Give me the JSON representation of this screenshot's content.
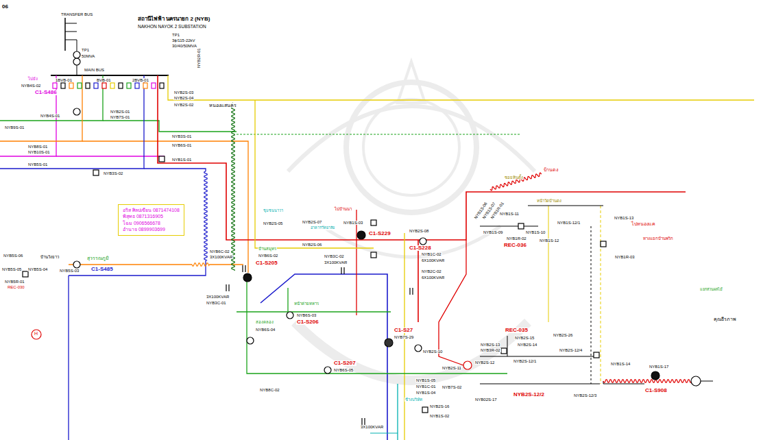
{
  "diagram": {
    "nodes": [
      {
        "text": [
          "อริส ศิลปเขียน 0871474108",
          "พิสุทธ 0871316905",
          "โฉม 0906566678",
          "อำนาจ 0899903699"
        ]
      }
    ],
    "labels": [
      "06",
      "TRANSFER BUS",
      "สถานีไฟฟ้า นครนายก 2 (NYB)",
      "NAKHON NAYOK 2 SUBSTATION",
      "TP1",
      "3ϕ/115-22kV",
      "30/40/50MVA",
      "TP1",
      "50MVA",
      "MAIN BUS",
      "1BVB-01",
      "BVB-01",
      "2BVB-01",
      "ไปยัง",
      "NYB2S-03",
      "NYB2S-04",
      "NYB2S-02",
      "NYB2R-01",
      "หนองแสนคร",
      "NYB4S-02",
      "C1-S486",
      "NYB4S-01",
      "NYB9S-01",
      "NYB2S-01",
      "NYB7S-01",
      "NYB3S-01",
      "NYB8S-01",
      "NYB10S-01",
      "NYB6S-01",
      "NYB1S-01",
      "NYB5S-01",
      "NYB3S-02",
      "ชุมชนนาวา",
      "NYB2S-05",
      "NYB2S-07",
      "อาคารวิทยาลัย",
      "NYB2S-06",
      "ไปบ้านนา",
      "NYB1S-03",
      "C1-S229",
      "NYB2S-08",
      "C1-S228",
      "บ้านดง",
      "NYB1S-06",
      "NYB1S-07",
      "NYB1R-01",
      "ซอยหินตั้ง",
      "NYB6C-02",
      "3X100KVAR",
      "บ้านสมุทร",
      "NYB6S-02",
      "C1-S205",
      "NYB3C-02",
      "3X100KVAR",
      "NYB1C-02",
      "6X100KVAR",
      "NYB2C-02",
      "6X100KVAR",
      "NYB5S-06",
      "NYB5S-05",
      "NYB5S-04",
      "บ้านวังยาว",
      "สุวรรณภูมิ",
      "NYB5S-03",
      "C1-S485",
      "NYB5R-01",
      "REC-030",
      "3X100KVAR",
      "NYB3C-01",
      "หน้าค่ายทหาร",
      "NYB6S-03",
      "C1-S206",
      "สองคลอง",
      "NYB6S-04",
      "C1-S207",
      "NYB6S-05",
      "NYB8C-02",
      "C1-S27",
      "NYB7S-29",
      "NYB2S-10",
      "NYB2S-11",
      "NYB2S-12",
      "NYB1S-05",
      "NYB1C-01",
      "NYB7S-02",
      "NYB1S-04",
      "NYB2S-16",
      "ข้างบริษัท",
      "NYB1S-02",
      "3X100KVAR",
      "NYB1S-11",
      "หน้าวัดบ้านดง",
      "NYB1S-12/1",
      "ไปหนองแค",
      "NYB1S-09",
      "NYB1S-10",
      "NYB1R-02",
      "REC-036",
      "NYB1S-12",
      "NYB1S-13",
      "ทางแยกบ้านพริก",
      "NYB1R-03",
      "REC-035",
      "NYB2S-15",
      "NYB2S-13",
      "NYB2S-14",
      "NYB3R-02",
      "NYB2S-12/1",
      "NYB2S-26",
      "NYB2S-12/4",
      "NYB1S-14",
      "NYB1S-17",
      "C1-S908",
      "NYB2S-12/2",
      "NYB02S-17",
      "NYB2S-12/3",
      "คุณธีรภาพ",
      "H",
      "แยกสวนผลไม้"
    ]
  }
}
